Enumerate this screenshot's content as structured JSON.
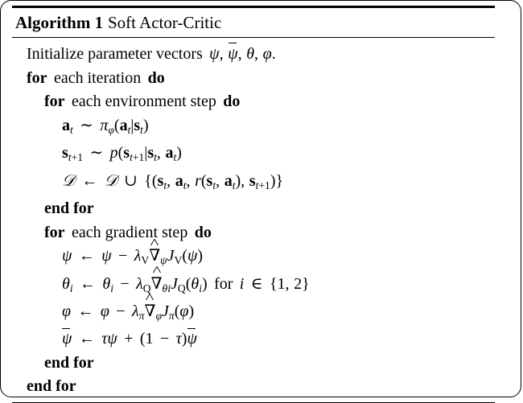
{
  "document": {
    "type": "algorithm-pseudocode",
    "frame": {
      "border_color": "#000000",
      "background": "#ffffff"
    }
  },
  "algorithm": {
    "label": "Algorithm 1",
    "name": "Soft Actor-Critic",
    "keywords": {
      "for": "for",
      "do": "do",
      "end_for": "end for"
    },
    "lines": [
      {
        "id": "init",
        "indent": 0,
        "text": "Initialize parameter vectors ψ, ψ̄, θ, φ."
      },
      {
        "id": "for-iteration",
        "indent": 0,
        "text": "for each iteration do"
      },
      {
        "id": "for-env-step",
        "indent": 1,
        "text": "for each environment step do"
      },
      {
        "id": "sample-action",
        "indent": 2,
        "text": "a_t ~ π_φ(a_t|s_t)"
      },
      {
        "id": "sample-next-state",
        "indent": 2,
        "text": "s_{t+1} ~ p(s_{t+1}|s_t, a_t)"
      },
      {
        "id": "update-replay-buffer",
        "indent": 2,
        "text": "D ← D ∪ {(s_t, a_t, r(s_t, a_t), s_{t+1})}"
      },
      {
        "id": "end-for-env-step",
        "indent": 1,
        "text": "end for"
      },
      {
        "id": "for-gradient-step",
        "indent": 1,
        "text": "for each gradient step do"
      },
      {
        "id": "update-psi",
        "indent": 2,
        "text": "ψ ← ψ − λ_V ∇̂_ψ J_V(ψ)"
      },
      {
        "id": "update-theta",
        "indent": 2,
        "text": "θ_i ← θ_i − λ_Q ∇̂_θi J_Q(θ_i) for i ∈ {1, 2}"
      },
      {
        "id": "update-phi",
        "indent": 2,
        "text": "φ ← φ − λ_π ∇̂_φ J_π(φ)"
      },
      {
        "id": "update-psi-bar",
        "indent": 2,
        "text": "ψ̄ ← τψ + (1 − τ)ψ̄"
      },
      {
        "id": "end-for-gradient-step",
        "indent": 1,
        "text": "end for"
      },
      {
        "id": "end-for-iteration",
        "indent": 0,
        "text": "end for"
      }
    ]
  }
}
